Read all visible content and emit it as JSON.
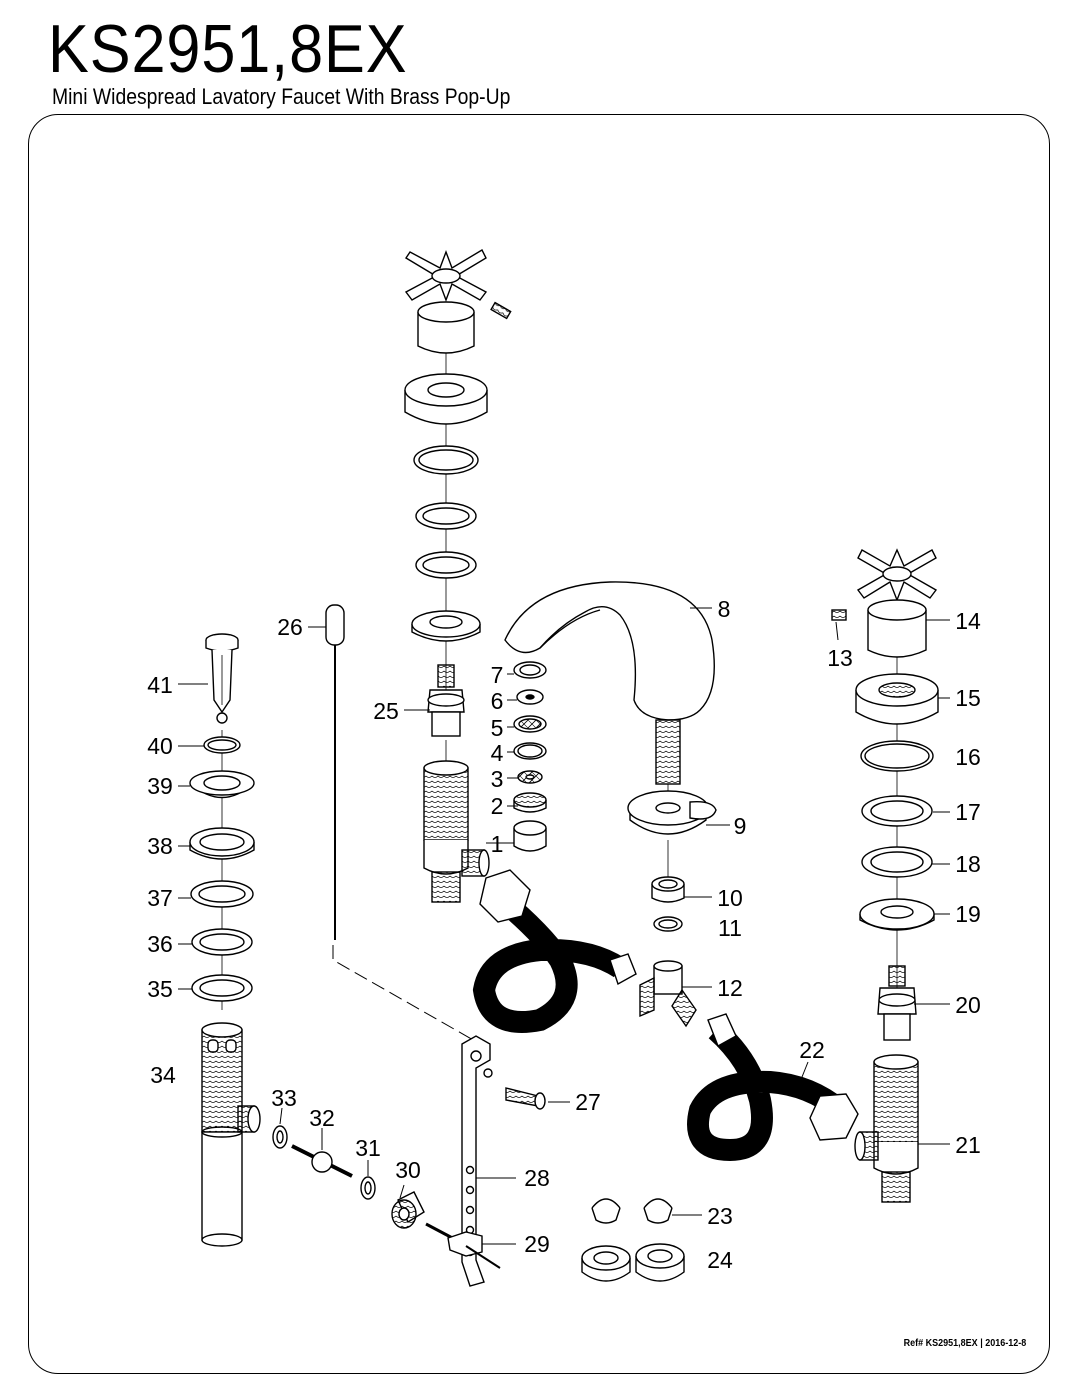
{
  "header": {
    "model": "KS2951,8EX",
    "description": "Mini Widespread Lavatory Faucet With Brass Pop-Up"
  },
  "reference": {
    "prefix": "Ref#",
    "model": "KS2951,8EX",
    "separator": "|",
    "date": "2016-12-8"
  },
  "parts": {
    "p1": "1",
    "p2": "2",
    "p3": "3",
    "p4": "4",
    "p5": "5",
    "p6": "6",
    "p7": "7",
    "p8": "8",
    "p9": "9",
    "p10": "10",
    "p11": "11",
    "p12": "12",
    "p13": "13",
    "p14": "14",
    "p15": "15",
    "p16": "16",
    "p17": "17",
    "p18": "18",
    "p19": "19",
    "p20": "20",
    "p21": "21",
    "p22": "22",
    "p23": "23",
    "p24": "24",
    "p25": "25",
    "p26": "26",
    "p27": "27",
    "p28": "28",
    "p29": "29",
    "p30": "30",
    "p31": "31",
    "p32": "32",
    "p33": "33",
    "p34": "34",
    "p35": "35",
    "p36": "36",
    "p37": "37",
    "p38": "38",
    "p39": "39",
    "p40": "40",
    "p41": "41"
  }
}
